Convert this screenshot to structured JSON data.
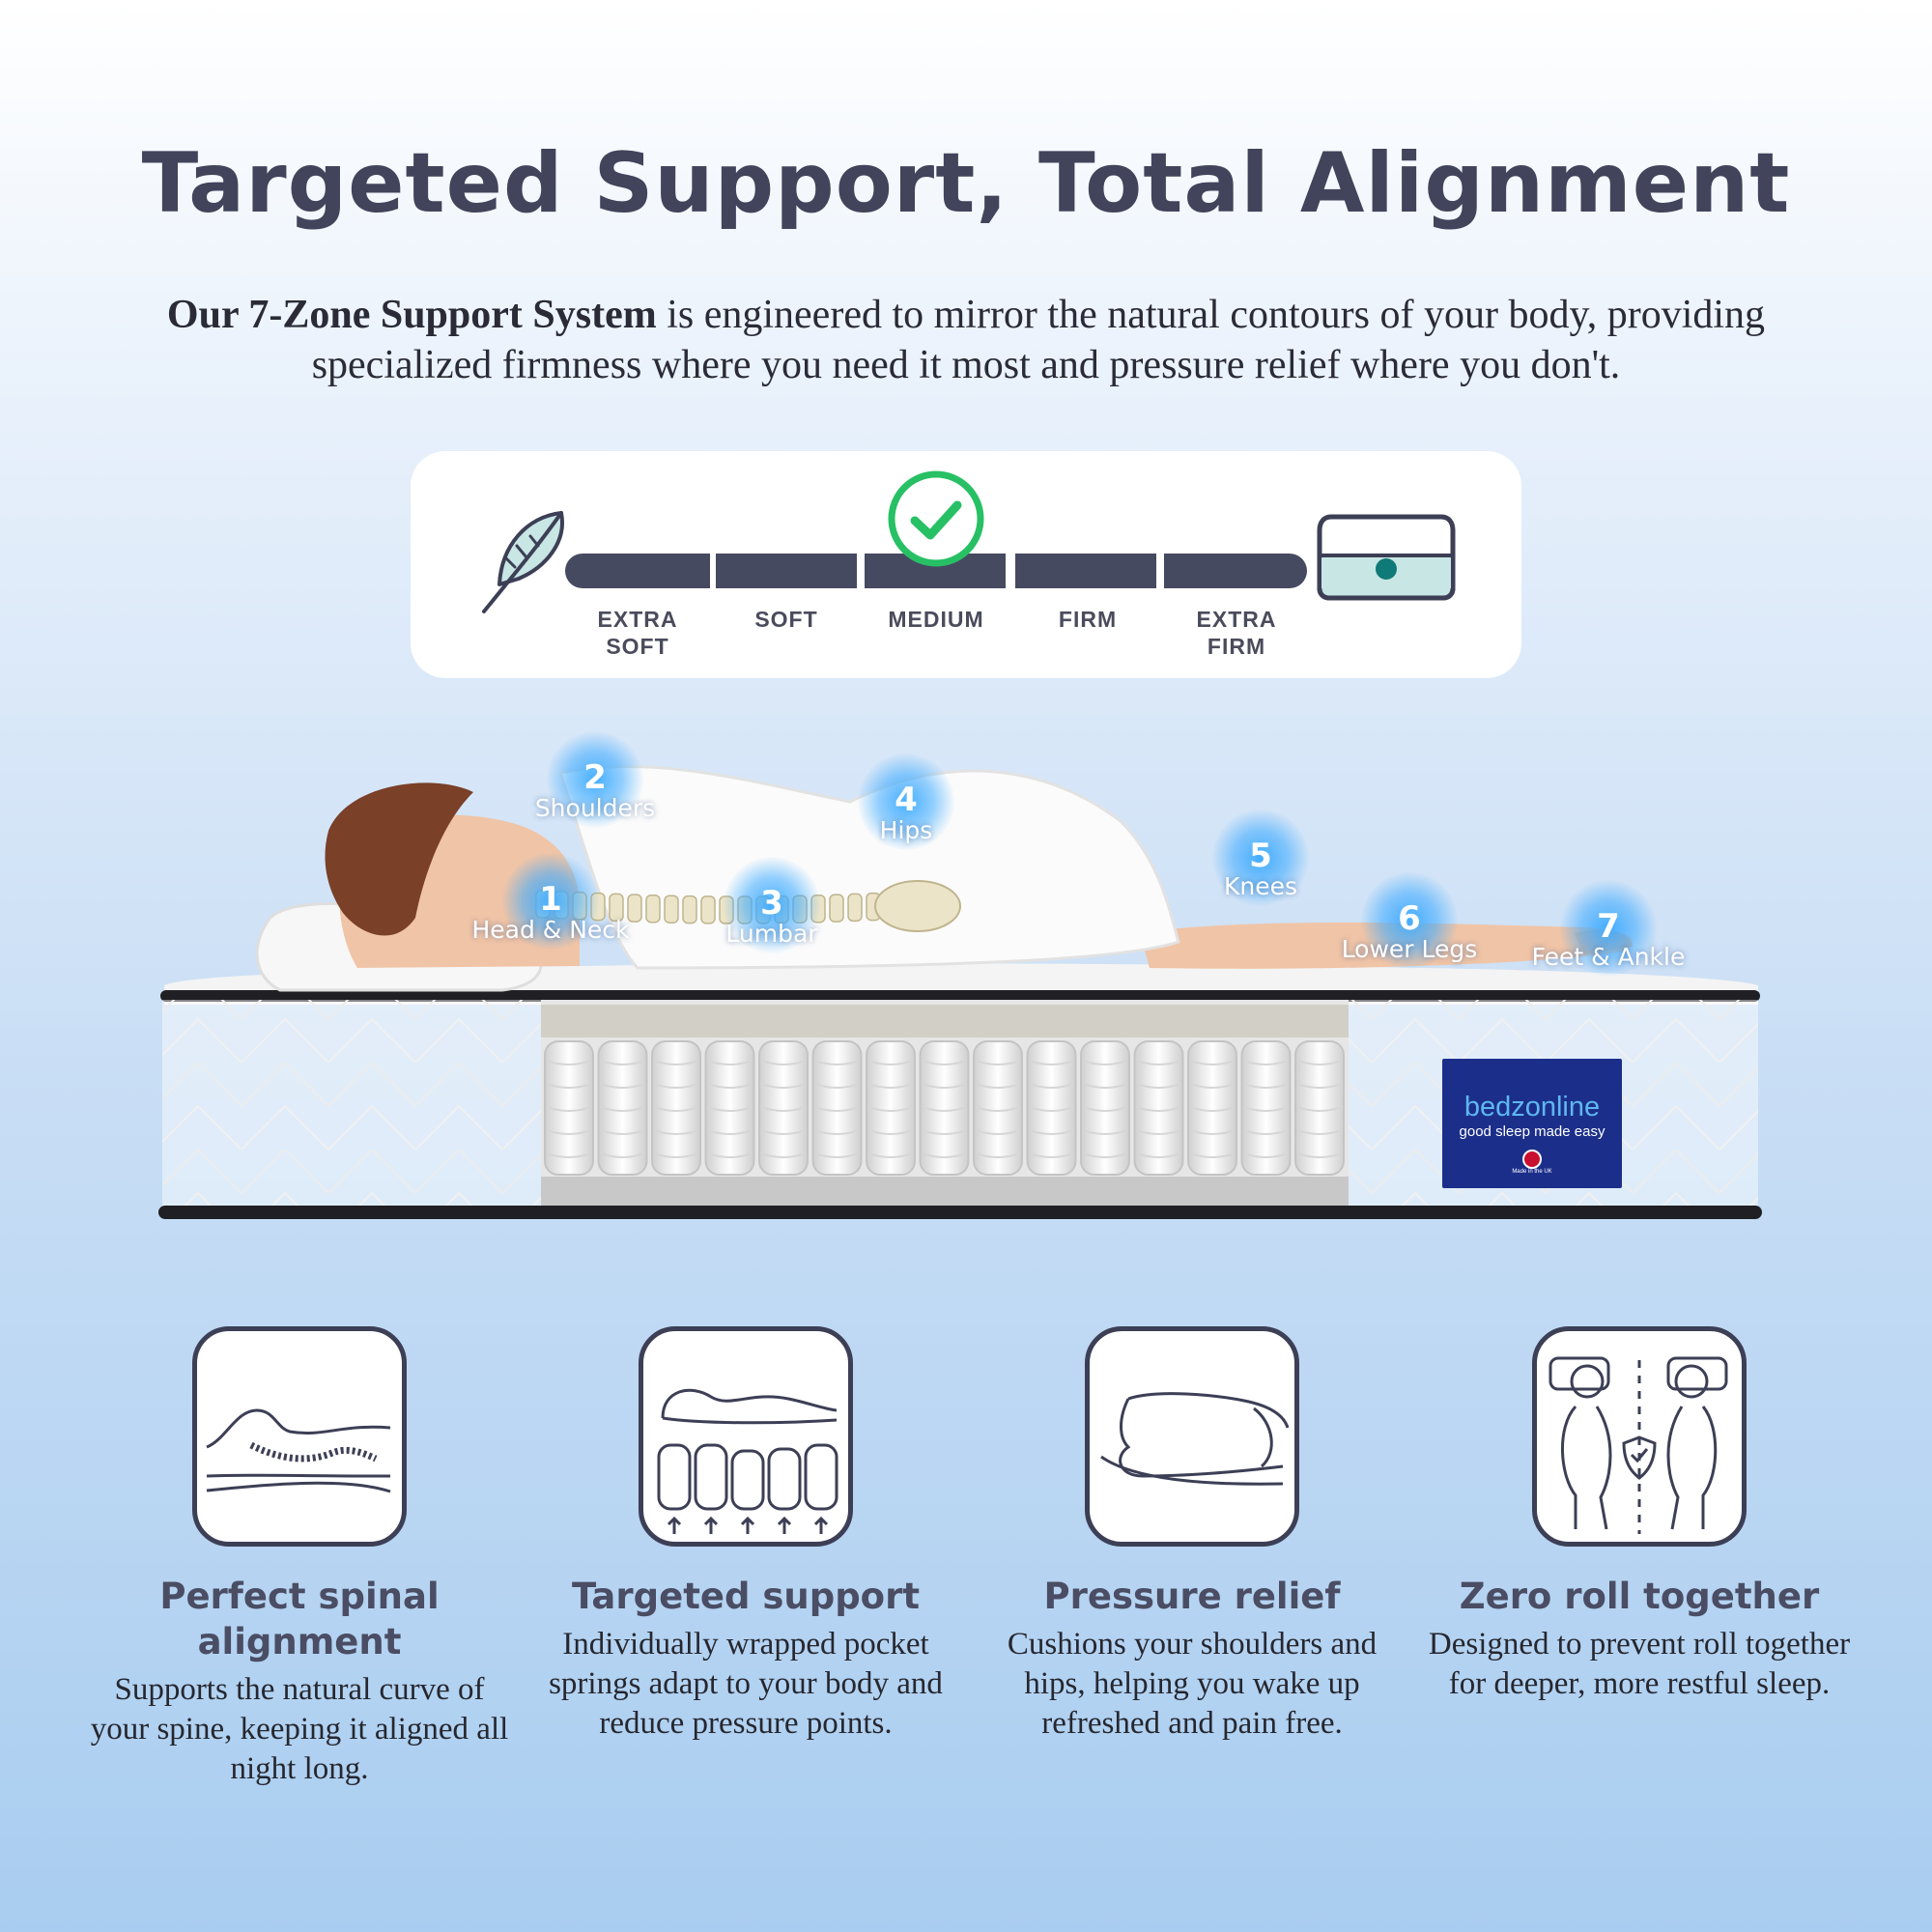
{
  "headline": "Targeted Support, Total Alignment",
  "intro": {
    "bold": "Our 7-Zone Support System",
    "rest": " is engineered to mirror the natural contours of your body, providing specialized firmness where you need it most and pressure relief where you don't."
  },
  "firmness": {
    "levels": [
      "EXTRA SOFT",
      "SOFT",
      "MEDIUM",
      "FIRM",
      "EXTRA FIRM"
    ],
    "selected": "MEDIUM",
    "left_icon": "feather-icon",
    "right_icon": "mattress-icon",
    "check_color": "#27c064",
    "bar_color": "#464a61"
  },
  "zones": [
    {
      "num": "1",
      "label": "Head & Neck"
    },
    {
      "num": "2",
      "label": "Shoulders"
    },
    {
      "num": "3",
      "label": "Lumbar"
    },
    {
      "num": "4",
      "label": "Hips"
    },
    {
      "num": "5",
      "label": "Knees"
    },
    {
      "num": "6",
      "label": "Lower Legs"
    },
    {
      "num": "7",
      "label": "Feet & Ankle"
    }
  ],
  "brand": {
    "name": "bedzonline",
    "tagline": "good sleep made easy",
    "made_in": "Made in the UK"
  },
  "features": [
    {
      "icon": "spine-alignment-icon",
      "title": "Perfect spinal alignment",
      "desc": "Supports the natural curve of your spine, keeping it aligned all night long."
    },
    {
      "icon": "pocket-springs-icon",
      "title": "Targeted support",
      "desc": "Individually wrapped pocket springs adapt to your body and reduce pressure points."
    },
    {
      "icon": "pressure-relief-icon",
      "title": "Pressure relief",
      "desc": "Cushions your shoulders and hips, helping you wake up refreshed and pain free."
    },
    {
      "icon": "zero-roll-together-icon",
      "title": "Zero roll together",
      "desc": "Designed to prevent roll together for deeper, more restful sleep."
    }
  ]
}
